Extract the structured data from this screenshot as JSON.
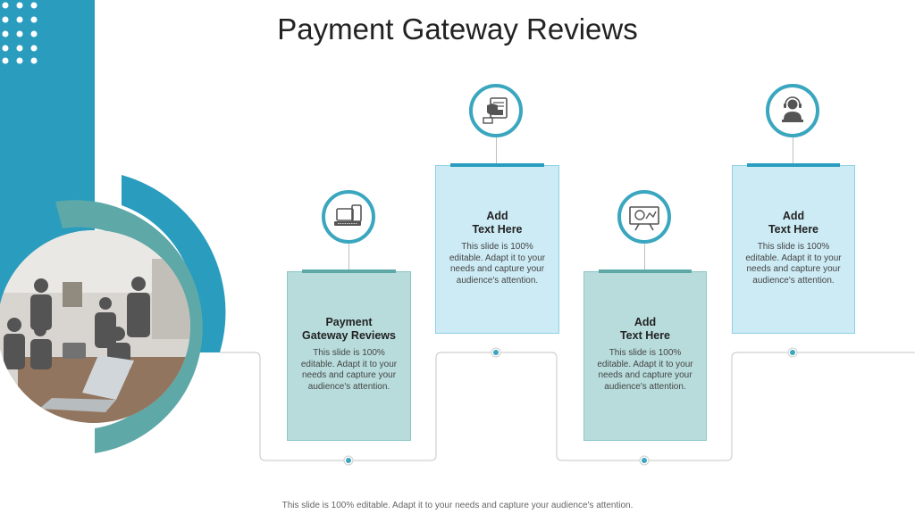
{
  "title": "Payment Gateway Reviews",
  "footer": "This slide is 100% editable. Adapt it to your needs and capture your audience's attention.",
  "colors": {
    "accent": "#2a9dbf",
    "teal": "#5ea8a8",
    "icon_ring": "#3aa6bf",
    "card_teal": "#b8dcdc",
    "card_light": "#cdebf5"
  },
  "cards": [
    {
      "title_line1": "Payment",
      "title_line2": "Gateway Reviews",
      "body": "This slide is 100% editable. Adapt it to your needs and capture your audience's attention.",
      "icon": "laptop-tablet-icon"
    },
    {
      "title_line1": "Add",
      "title_line2": "Text Here",
      "body": "This slide is 100% editable. Adapt it to your needs and capture your audience's attention.",
      "icon": "secure-payment-icon"
    },
    {
      "title_line1": "Add",
      "title_line2": "Text Here",
      "body": "This slide is 100% editable. Adapt it to your needs and capture your audience's attention.",
      "icon": "presentation-board-icon"
    },
    {
      "title_line1": "Add",
      "title_line2": "Text Here",
      "body": "This slide is 100% editable. Adapt it to your needs and capture your audience's attention.",
      "icon": "support-agent-icon"
    }
  ]
}
